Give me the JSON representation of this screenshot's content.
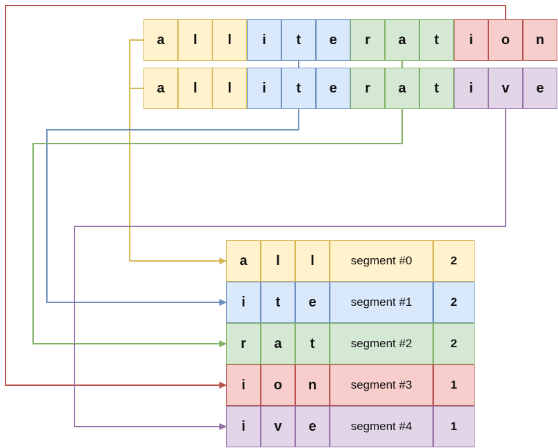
{
  "words": [
    {
      "text": "alliteration",
      "groups": [
        0,
        0,
        0,
        1,
        1,
        1,
        2,
        2,
        2,
        3,
        3,
        3
      ],
      "letters": [
        "a",
        "l",
        "l",
        "i",
        "t",
        "e",
        "r",
        "a",
        "t",
        "i",
        "o",
        "n"
      ]
    },
    {
      "text": "alliterative",
      "groups": [
        0,
        0,
        0,
        1,
        1,
        1,
        2,
        2,
        2,
        4,
        4,
        4
      ],
      "letters": [
        "a",
        "l",
        "l",
        "i",
        "t",
        "e",
        "r",
        "a",
        "t",
        "i",
        "v",
        "e"
      ]
    }
  ],
  "segments": [
    {
      "letters": [
        "a",
        "l",
        "l"
      ],
      "name": "segment #0",
      "count": "2",
      "color": "#d6b656",
      "fill": "#fff2cc"
    },
    {
      "letters": [
        "i",
        "t",
        "e"
      ],
      "name": "segment #1",
      "count": "2",
      "color": "#6c8ebf",
      "fill": "#dae8fc"
    },
    {
      "letters": [
        "r",
        "a",
        "t"
      ],
      "name": "segment #2",
      "count": "2",
      "color": "#82b366",
      "fill": "#d5e8d4"
    },
    {
      "letters": [
        "i",
        "o",
        "n"
      ],
      "name": "segment #3",
      "count": "1",
      "color": "#b85450",
      "fill": "#f8cecc"
    },
    {
      "letters": [
        "i",
        "v",
        "e"
      ],
      "name": "segment #4",
      "count": "1",
      "color": "#9673a6",
      "fill": "#e1d5e7"
    }
  ],
  "connectors": [
    {
      "segment": 0,
      "color": "#d6b656"
    },
    {
      "segment": 1,
      "color": "#6c8ebf"
    },
    {
      "segment": 2,
      "color": "#82b366"
    },
    {
      "segment": 3,
      "color": "#b85450"
    },
    {
      "segment": 4,
      "color": "#9673a6"
    }
  ]
}
